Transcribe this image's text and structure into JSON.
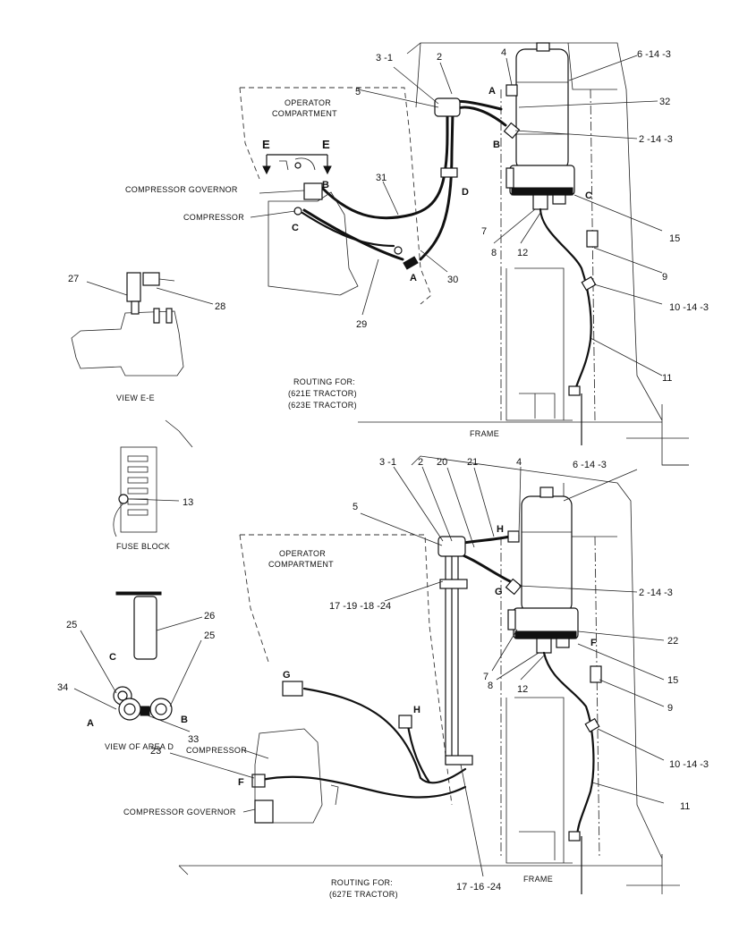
{
  "top": {
    "callouts": [
      "3 -1",
      "2",
      "4",
      "6 -14 -3",
      "5",
      "32",
      "2 -14 -3",
      "7",
      "15",
      "8",
      "12",
      "9",
      "10 -14 -3",
      "11",
      "31",
      "29",
      "30",
      "27",
      "28"
    ],
    "letters": [
      "A",
      "B",
      "B",
      "A",
      "C",
      "C",
      "D",
      "E",
      "E"
    ],
    "operator_compartment": [
      "OPERATOR",
      "COMPARTMENT"
    ],
    "compressor_governor": "COMPRESSOR GOVERNOR",
    "compressor": "COMPRESSOR",
    "view_label": "VIEW E-E",
    "routing_title": "ROUTING FOR:",
    "routing_models": [
      "(621E TRACTOR)",
      "(623E TRACTOR)"
    ],
    "frame": "FRAME"
  },
  "side": {
    "fuse_block_label": "FUSE BLOCK",
    "fuse_callout": "13",
    "area_callouts": [
      "25",
      "26",
      "25",
      "34",
      "33"
    ],
    "area_letters": [
      "C",
      "A",
      "B"
    ],
    "area_label": "VIEW OF AREA D"
  },
  "bottom": {
    "callouts": [
      "3 -1",
      "2",
      "20",
      "21",
      "4",
      "6 -14 -3",
      "5",
      "2 -14 -3",
      "17 -19 -18 -24",
      "7",
      "22",
      "15",
      "8",
      "12",
      "9",
      "10 -14 -3",
      "11",
      "23",
      "17 -16 -24"
    ],
    "letters": [
      "H",
      "G",
      "F",
      "G",
      "H",
      "F"
    ],
    "operator_compartment": [
      "OPERATOR",
      "COMPARTMENT"
    ],
    "compressor": "COMPRESSOR",
    "compressor_governor": "COMPRESSOR GOVERNOR",
    "routing_title": "ROUTING FOR:",
    "routing_models": [
      "(627E TRACTOR)"
    ],
    "frame": "FRAME"
  }
}
